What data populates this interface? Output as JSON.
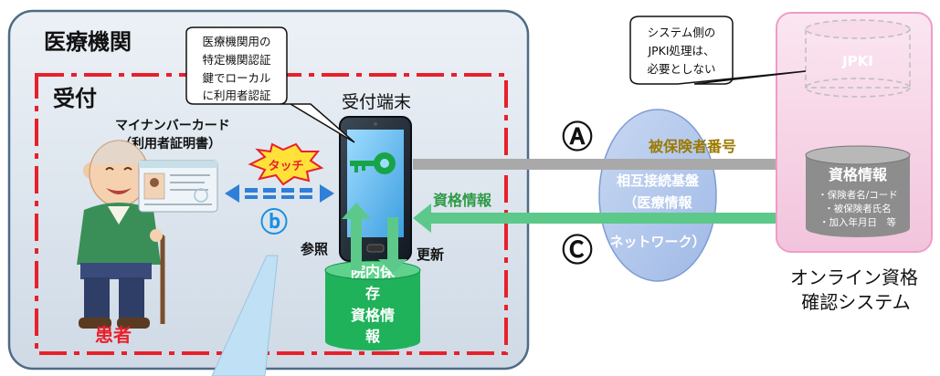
{
  "facility": {
    "title": "医療機関",
    "reception_label": "受付",
    "terminal_label": "受付端末",
    "card_label_line1": "マイナンバーカード",
    "card_label_line2": "（利用者証明書）",
    "touch_badge": "タッチ",
    "patient_label": "患者",
    "step_b": "ⓑ",
    "refer_label": "参照",
    "update_label": "更新",
    "local_db_lines": [
      "院内保",
      "存",
      "資格情",
      "報"
    ]
  },
  "callout_facility": {
    "lines": [
      "医療機関用の",
      "特定機関認証",
      "鍵でローカル",
      "に利用者認証"
    ]
  },
  "network": {
    "lines": [
      "相互接続基盤",
      "（医療情報",
      "",
      "ネットワーク）"
    ],
    "step_a": "Ⓐ",
    "step_c": "Ⓒ",
    "arrow_a_label": "被保険者番号",
    "arrow_c_label": "資格情報"
  },
  "system": {
    "callout_lines": [
      "システム側の",
      "JPKI処理は、",
      "必要としない"
    ],
    "jpki_label": "JPKI",
    "db_title": "資格情報",
    "db_items": [
      "・保険者名/コード",
      "・被保険者氏名",
      "・加入年月日　等"
    ],
    "name_line1": "オンライン資格",
    "name_line2": "確認システム"
  },
  "colors": {
    "facility_bg": "#dde6ef",
    "facility_border": "#4e6b86",
    "dash_red": "#e8202a",
    "green_arrow": "#5cc889",
    "green_label": "#2e9a46",
    "gray_arrow": "#a9a9a9",
    "gold_label": "#9c7a00",
    "network_fill": "#b5c9ec",
    "system_fill": "#f7d6e6",
    "system_border": "#ef9dc6",
    "db_green": "#1fb25a",
    "db_gray": "#8d8d8d",
    "step_b_color": "#1b8fe0"
  },
  "icons": [
    "elderly-patient-icon",
    "my-number-card-icon",
    "smartphone-terminal-icon",
    "key-icon"
  ]
}
